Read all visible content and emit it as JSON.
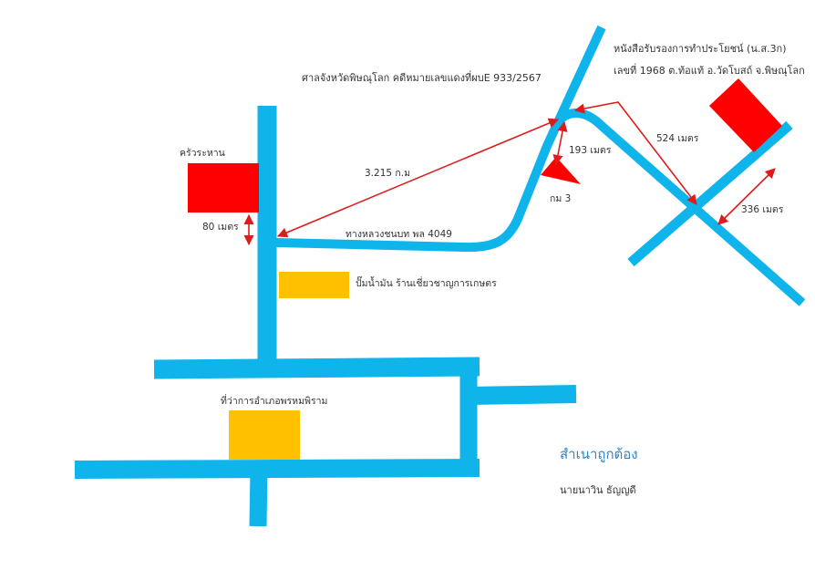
{
  "colors": {
    "road": "#0fb4ea",
    "building_red": "#ff0000",
    "building_yellow": "#ffc000",
    "arrow": "#e01b1b",
    "certified_text": "#2e86c8"
  },
  "header": {
    "court_case": "ศาลจังหวัดพิษณุโลก  คดีหมายเลขแดงที่ผบE 933/2567",
    "land_doc_line1": "หนังสือรับรองการทำประโยชน์ (น.ส.3ก)",
    "land_doc_line2": "เลขที่ 1968  ต.ท้อแท้  อ.วัดโบสถ์  จ.พิษณุโลก"
  },
  "places": {
    "restaurant": "ครัวระหาน",
    "gas_station": "ปั๊มน้ำมัน  ร้านเชี่ยวชาญการเกษตร",
    "district_office": "ที่ว่าการอำเภอพรหมพิราม",
    "marker": "กม 3"
  },
  "roads": {
    "highway": "ทางหลวงชนบท พล 4049"
  },
  "distances": {
    "main": "3.215  ก.ม",
    "restaurant": "80   เมตร",
    "marker": "193 เมตร",
    "junction": "524 เมตร",
    "plot": "336 เมตร"
  },
  "footer": {
    "certified": "สำเนาถูกต้อง",
    "signer": "นายนาวิน  ธัญญดี"
  }
}
